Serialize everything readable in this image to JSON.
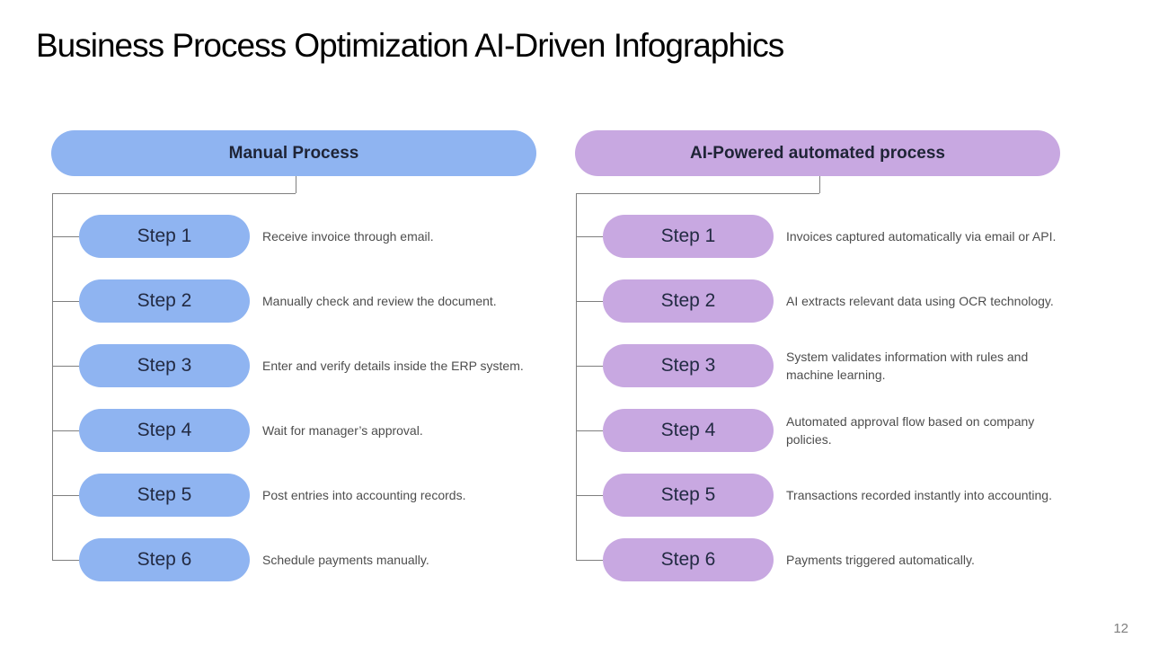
{
  "slide": {
    "title": "Business Process Optimization AI-Driven Infographics",
    "page_number": "12"
  },
  "colors": {
    "manual_fill": "#8FB4F1",
    "ai_fill": "#C8A8E1",
    "heading_text": "#1F2436",
    "step_label_text": "#222A42",
    "description_text": "#4D4D4D",
    "connector_line": "#7F7F7F",
    "page_number_text": "#7F7F7F"
  },
  "columns": [
    {
      "id": "manual",
      "header": "Manual Process",
      "fill": "#8FB4F1",
      "steps": [
        {
          "label": "Step 1",
          "description": "Receive invoice through email."
        },
        {
          "label": "Step 2",
          "description": "Manually check and review the document."
        },
        {
          "label": "Step 3",
          "description": "Enter and verify details inside the ERP system."
        },
        {
          "label": "Step 4",
          "description": "Wait for manager’s approval."
        },
        {
          "label": "Step 5",
          "description": "Post entries into accounting records."
        },
        {
          "label": "Step 6",
          "description": "Schedule payments manually."
        }
      ]
    },
    {
      "id": "ai",
      "header": "AI-Powered automated process",
      "fill": "#C8A8E1",
      "steps": [
        {
          "label": "Step 1",
          "description": "Invoices captured automatically via email or API."
        },
        {
          "label": "Step 2",
          "description": "AI extracts relevant data using OCR technology."
        },
        {
          "label": "Step 3",
          "description": "System validates information with rules and\nmachine learning."
        },
        {
          "label": "Step 4",
          "description": "Automated approval flow based on company\npolicies."
        },
        {
          "label": "Step 5",
          "description": "Transactions recorded instantly into accounting."
        },
        {
          "label": "Step 6",
          "description": "Payments triggered automatically."
        }
      ]
    }
  ]
}
